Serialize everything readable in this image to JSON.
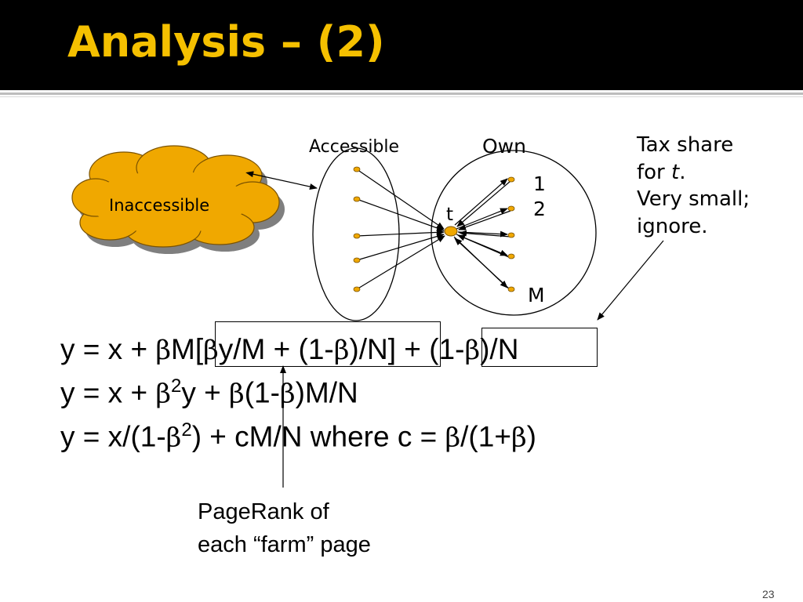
{
  "title": "Analysis – (2)",
  "diagram": {
    "cloud_label": "Inaccessible",
    "accessible_label": "Accessible",
    "own_label": "Own",
    "target_label": "t",
    "own_node_labels": [
      "1",
      "2",
      "M"
    ],
    "colors": {
      "node_fill": "#f0a800",
      "cloud_fill": "#f0a800",
      "cloud_shadow": "#7f7f7f",
      "title_text": "#f5c000"
    }
  },
  "tax_note": {
    "lines": [
      "Tax share",
      "for ",
      "t",
      ".",
      "Very small;",
      "ignore."
    ]
  },
  "equations": {
    "eq1": {
      "p1": "y = x + ",
      "b1": "β",
      "p2": "M[",
      "b2": "β",
      "p3": "y/M + (1-",
      "b3": "β",
      "p4": ")/N] + ",
      "p5": "(1-",
      "b4": "β",
      "p6": ")/N"
    },
    "eq2": {
      "p1": "y = x + ",
      "b1": "β",
      "sup": "2",
      "p2": "y + ",
      "b2": "β",
      "p3": "(1-",
      "b3": "β",
      "p4": ")M/N"
    },
    "eq3": {
      "p1": "y = x/(1-",
      "b1": "β",
      "sup": "2",
      "p2": ") + cM/N where c = ",
      "b2": "β",
      "p3": "/(1+",
      "b3": "β",
      "p4": ")"
    }
  },
  "caption": {
    "line1": "PageRank of",
    "line2": "each “farm” page"
  },
  "slide_number": "23"
}
